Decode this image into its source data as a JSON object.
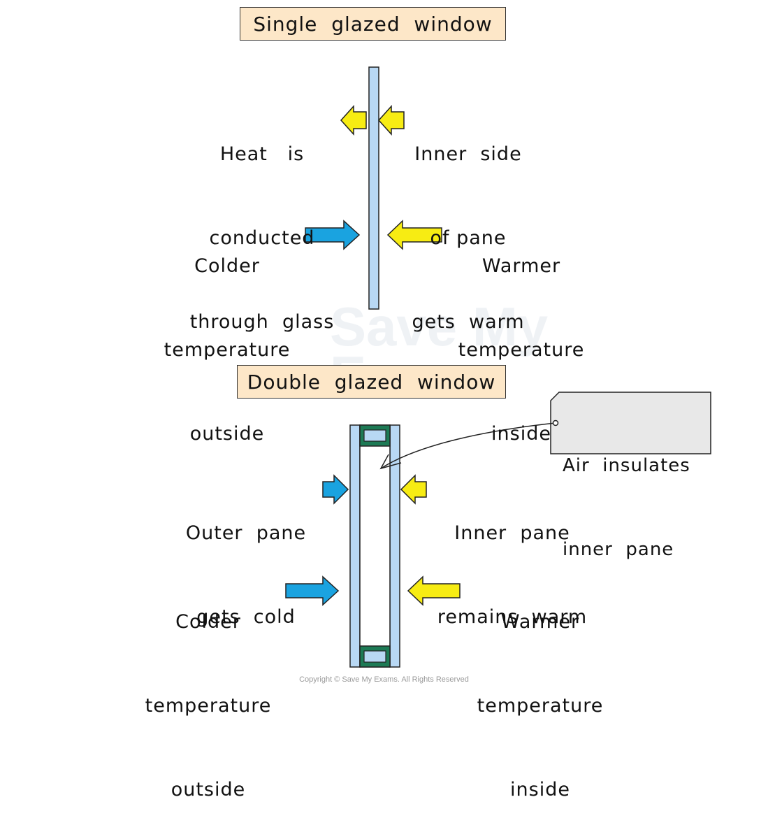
{
  "colors": {
    "glass": "#b8d8f4",
    "spacer": "#1d7a55",
    "cold_arrow": "#1aa3e0",
    "warm_arrow": "#f7ec13",
    "title_fill": "#fde7c8",
    "callout_fill": "#e8e8e8"
  },
  "single": {
    "title": "Single  glazed  window",
    "heat_conducted": [
      "Heat   is",
      "conducted",
      "through  glass"
    ],
    "inner_side": [
      "Inner  side",
      "of pane",
      "gets  warm"
    ],
    "colder": [
      "Colder",
      "temperature",
      "outside"
    ],
    "warmer": [
      "Warmer",
      "temperature",
      "inside"
    ]
  },
  "double": {
    "title": "Double  glazed  window",
    "outer_pane": [
      "Outer  pane",
      "gets  cold"
    ],
    "inner_pane": [
      "Inner  pane",
      "remains  warm"
    ],
    "colder": [
      "Colder",
      "temperature",
      "outside"
    ],
    "warmer": [
      "Warmer",
      "temperature",
      "inside"
    ],
    "air_callout": [
      "Air  insulates",
      "inner  pane"
    ]
  },
  "watermark": [
    "Save My",
    "Exams"
  ],
  "copyright": "Copyright © Save My Exams. All Rights Reserved"
}
